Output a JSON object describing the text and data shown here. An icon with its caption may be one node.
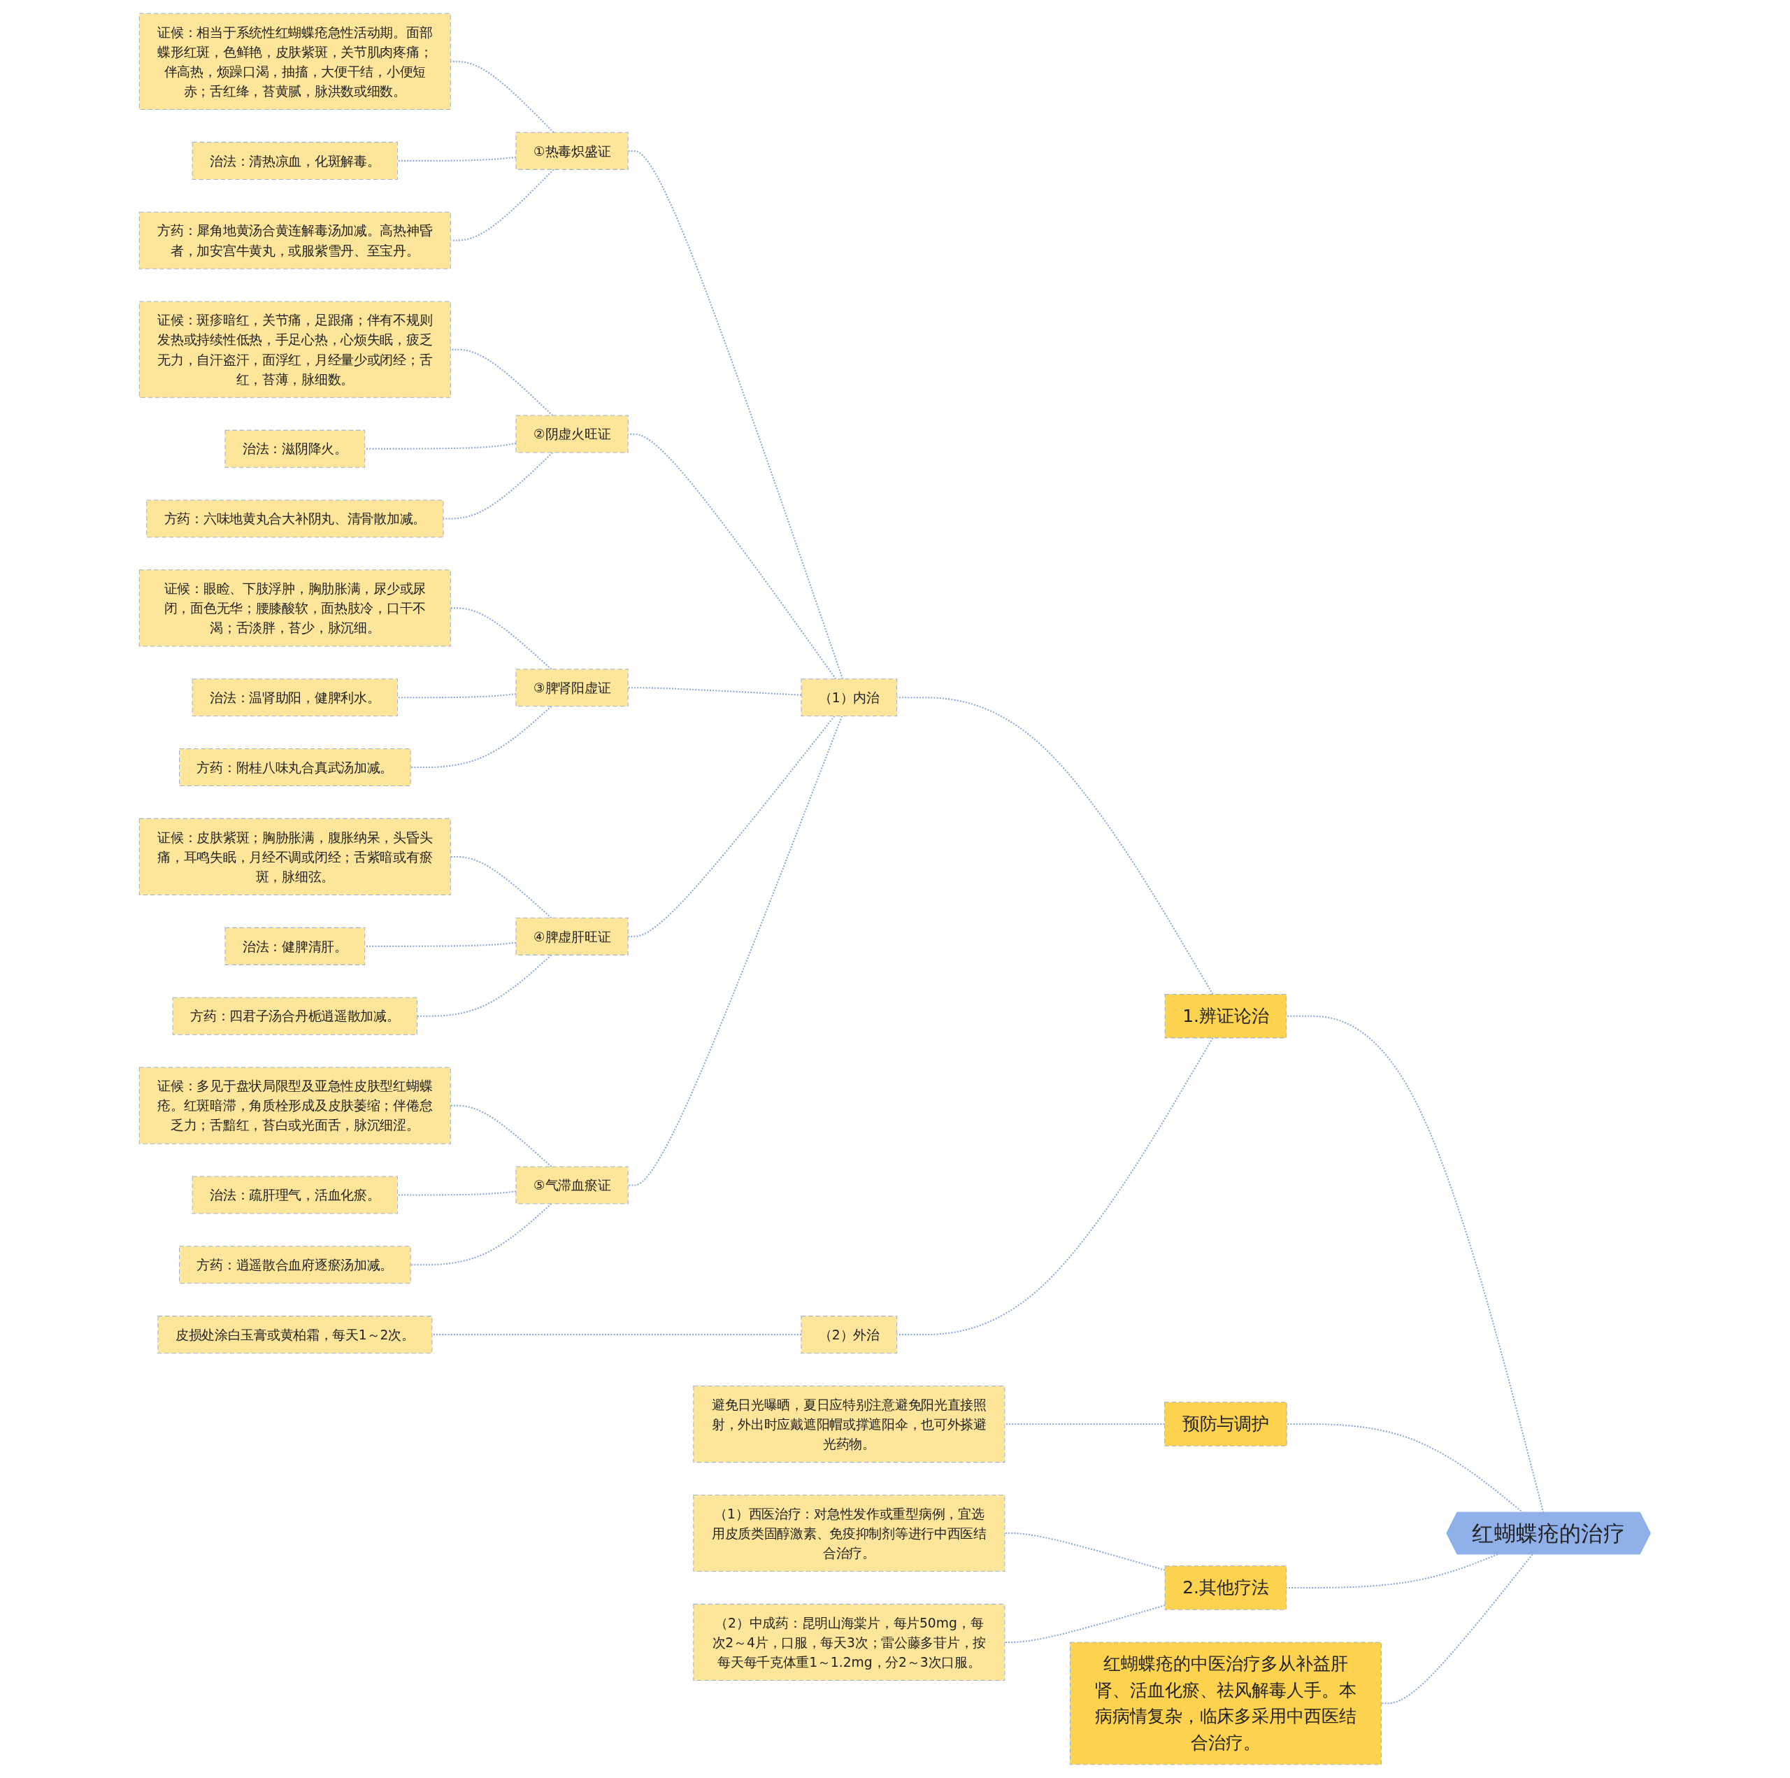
{
  "diagram": {
    "nodes": [
      {
        "text": [
          "红蝴蝶疮的治疗"
        ]
      },
      {
        "text": [
          "1.辨证论治"
        ]
      },
      {
        "text": [
          "（1）内治"
        ]
      },
      {
        "text": [
          "①热毒炽盛证"
        ]
      },
      {
        "text": [
          "证候：相当于系统性红蝴蝶疮急性活动期。面部蝶形红斑，色鲜艳，皮肤紫斑，关节肌肉疼痛；伴高热，烦躁口渴，抽搐，大便干结，小便短赤；舌红绛，苔黄腻，脉洪数或细数。"
        ]
      },
      {
        "text": [
          "治法：清热凉血，化斑解毒。"
        ]
      },
      {
        "text": [
          "方药：犀角地黄汤合黄连解毒汤加减。高热神昏者，加安宫牛黄丸，或服紫雪丹、至宝丹。"
        ]
      },
      {
        "text": [
          "②阴虚火旺证"
        ]
      },
      {
        "text": [
          "证候：斑疹暗红，关节痛，足跟痛；伴有不规则发热或持续性低热，手足心热，心烦失眠，疲乏无力，自汗盗汗，面浮红，月经量少或闭经；舌红，苔薄，脉细数。"
        ]
      },
      {
        "text": [
          "治法：滋阴降火。"
        ]
      },
      {
        "text": [
          "方药：六味地黄丸合大补阴丸、清骨散加减。"
        ]
      },
      {
        "text": [
          "③脾肾阳虚证"
        ]
      },
      {
        "text": [
          "证候：眼睑、下肢浮肿，胸肋胀满，尿少或尿闭，面色无华；腰膝酸软，面热肢冷，口干不渴；舌淡胖，苔少，脉沉细。"
        ]
      },
      {
        "text": [
          "治法：温肾助阳，健脾利水。"
        ]
      },
      {
        "text": [
          "方药：附桂八味丸合真武汤加减。"
        ]
      },
      {
        "text": [
          "④脾虚肝旺证"
        ]
      },
      {
        "text": [
          "证候：皮肤紫斑；胸胁胀满，腹胀纳呆，头昏头痛，耳鸣失眠，月经不调或闭经；舌紫暗或有瘀斑，脉细弦。"
        ]
      },
      {
        "text": [
          "治法：健脾清肝。"
        ]
      },
      {
        "text": [
          "方药：四君子汤合丹栀逍遥散加减。"
        ]
      },
      {
        "text": [
          "⑤气滞血瘀证"
        ]
      },
      {
        "text": [
          "证候：多见于盘状局限型及亚急性皮肤型红蝴蝶疮。红斑暗滞，角质栓形成及皮肤萎缩；伴倦怠乏力；舌黯红，苔白或光面舌，脉沉细涩。"
        ]
      },
      {
        "text": [
          "治法：疏肝理气，活血化瘀。"
        ]
      },
      {
        "text": [
          "方药：逍遥散合血府逐瘀汤加减。"
        ]
      },
      {
        "text": [
          "（2）外治"
        ]
      },
      {
        "text": [
          "皮损处涂白玉膏或黄柏霜，每天1～2次。"
        ]
      },
      {
        "text": [
          "预防与调护"
        ]
      },
      {
        "text": [
          "避免日光曝晒，夏日应特别注意避免阳光直接照射，外出时应戴遮阳帽或撑遮阳伞，也可外搽避光药物。"
        ]
      },
      {
        "text": [
          "红蝴蝶疮的中医治疗多从补益肝肾、活血化瘀、祛风解毒人手。本病病情复杂，临床多采用中西医结合治疗。"
        ]
      },
      {
        "text": [
          "2.其他疗法"
        ]
      },
      {
        "text": [
          "（1）西医治疗：对急性发作或重型病例，宜选用皮质类固醇激素、免疫抑制剂等进行中西医结合治疗。"
        ]
      },
      {
        "text": [
          "（2）中成药：昆明山海棠片，每片50mg，每次2～4片，口服，每天3次；雷公藤多苷片，按每天每千克体重1～1.2mg，分2～3次口服。"
        ]
      }
    ],
    "edges": [
      {
        "from": 0,
        "to": 1,
        "arrow": "none",
        "style": "dashed"
      },
      {
        "from": 1,
        "to": 2,
        "arrow": "none",
        "style": "dashed"
      },
      {
        "from": 2,
        "to": 3,
        "arrow": "none",
        "style": "dashed"
      },
      {
        "from": 3,
        "to": 4,
        "arrow": "none",
        "style": "dashed"
      },
      {
        "from": 3,
        "to": 5,
        "arrow": "none",
        "style": "dashed"
      },
      {
        "from": 3,
        "to": 6,
        "arrow": "none",
        "style": "dashed"
      },
      {
        "from": 2,
        "to": 7,
        "arrow": "none",
        "style": "dashed"
      },
      {
        "from": 7,
        "to": 8,
        "arrow": "none",
        "style": "dashed"
      },
      {
        "from": 7,
        "to": 9,
        "arrow": "none",
        "style": "dashed"
      },
      {
        "from": 7,
        "to": 10,
        "arrow": "none",
        "style": "dashed"
      },
      {
        "from": 2,
        "to": 11,
        "arrow": "none",
        "style": "dashed"
      },
      {
        "from": 11,
        "to": 12,
        "arrow": "none",
        "style": "dashed"
      },
      {
        "from": 11,
        "to": 13,
        "arrow": "none",
        "style": "dashed"
      },
      {
        "from": 11,
        "to": 14,
        "arrow": "none",
        "style": "dashed"
      },
      {
        "from": 2,
        "to": 15,
        "arrow": "none",
        "style": "dashed"
      },
      {
        "from": 15,
        "to": 16,
        "arrow": "none",
        "style": "dashed"
      },
      {
        "from": 15,
        "to": 17,
        "arrow": "none",
        "style": "dashed"
      },
      {
        "from": 15,
        "to": 18,
        "arrow": "none",
        "style": "dashed"
      },
      {
        "from": 2,
        "to": 19,
        "arrow": "none",
        "style": "dashed"
      },
      {
        "from": 19,
        "to": 20,
        "arrow": "none",
        "style": "dashed"
      },
      {
        "from": 19,
        "to": 21,
        "arrow": "none",
        "style": "dashed"
      },
      {
        "from": 19,
        "to": 22,
        "arrow": "none",
        "style": "dashed"
      },
      {
        "from": 1,
        "to": 23,
        "arrow": "none",
        "style": "dashed"
      },
      {
        "from": 23,
        "to": 24,
        "arrow": "none",
        "style": "dashed"
      },
      {
        "from": 0,
        "to": 25,
        "arrow": "none",
        "style": "dashed"
      },
      {
        "from": 25,
        "to": 26,
        "arrow": "none",
        "style": "dashed"
      },
      {
        "from": 0,
        "to": 27,
        "arrow": "none",
        "style": "dashed"
      },
      {
        "from": 0,
        "to": 28,
        "arrow": "none",
        "style": "dashed"
      },
      {
        "from": 28,
        "to": 29,
        "arrow": "none",
        "style": "dashed"
      },
      {
        "from": 28,
        "to": 30,
        "arrow": "none",
        "style": "dashed"
      }
    ]
  }
}
